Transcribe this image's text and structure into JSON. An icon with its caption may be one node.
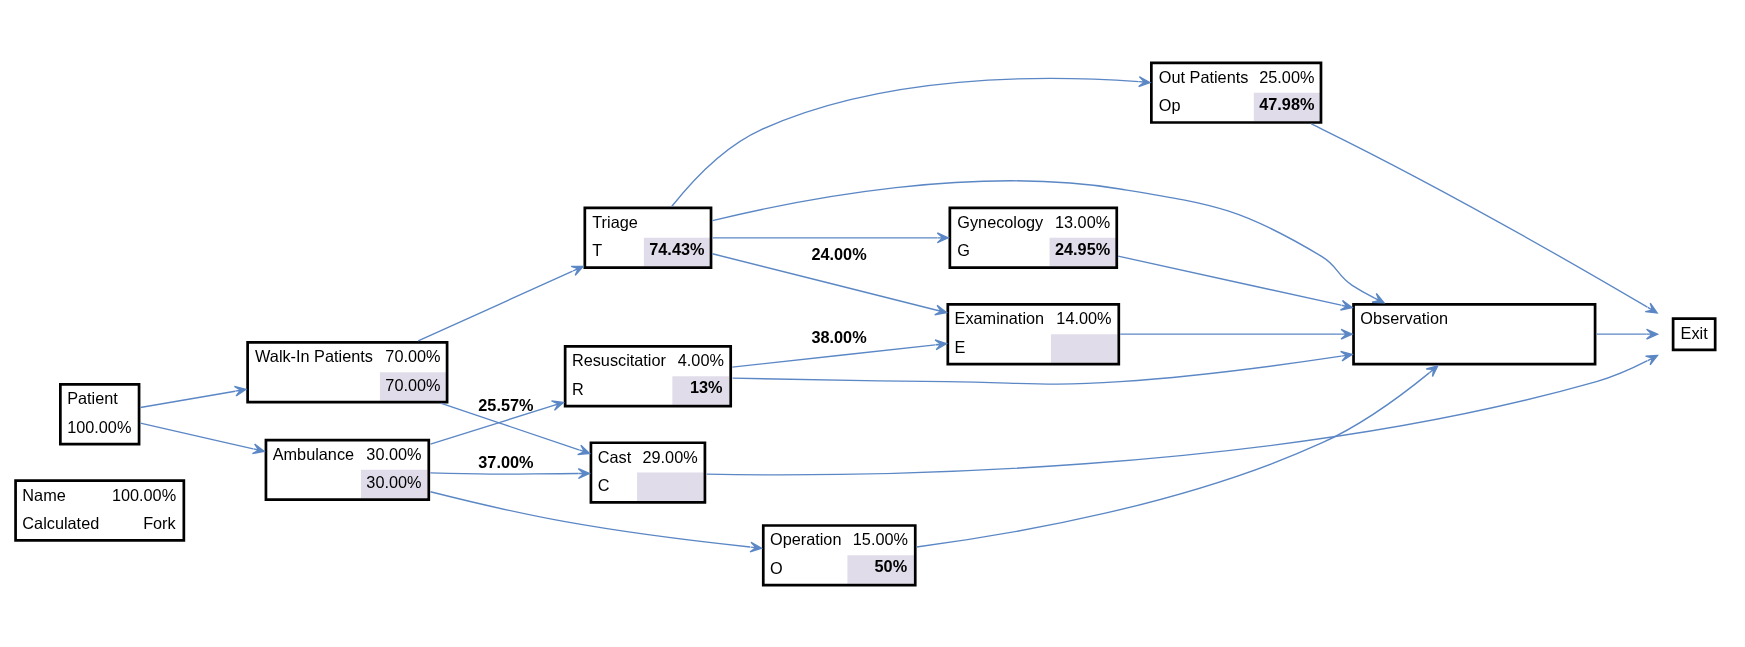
{
  "diagram": {
    "nodes": [
      {
        "text": [
          "Name",
          "100.00%",
          "Calculated",
          "Fork"
        ]
      },
      {
        "text": [
          "Patient",
          "100.00%"
        ]
      },
      {
        "text": [
          "Walk-In Patients",
          "70.00%",
          "70.00%"
        ]
      },
      {
        "text": [
          "Ambulance",
          "30.00%",
          "30.00%"
        ]
      },
      {
        "text": [
          "Out Patients",
          "25.00%",
          "Op",
          "47.98%"
        ]
      },
      {
        "text": [
          "Triage",
          "T",
          "74.43%"
        ]
      },
      {
        "text": [
          "Cast",
          "29.00%",
          "C"
        ]
      },
      {
        "text": [
          "Resuscitatior",
          "4.00%",
          "R",
          "13%"
        ]
      },
      {
        "text": [
          "Operation",
          "15.00%",
          "O",
          "50%"
        ]
      },
      {
        "text": [
          "Gynecology",
          "13.00%",
          "G",
          "24.95%"
        ]
      },
      {
        "text": [
          "Examination",
          "14.00%",
          "E"
        ]
      },
      {
        "text": [
          "Observation"
        ]
      },
      {
        "text": [
          "Exit"
        ]
      }
    ],
    "edges": [
      {
        "from": 1,
        "to": 2,
        "arrow": "to"
      },
      {
        "from": 1,
        "to": 3,
        "arrow": "to"
      },
      {
        "from": 2,
        "to": 5,
        "arrow": "to"
      },
      {
        "from": 2,
        "to": 6,
        "arrow": "to",
        "label": "25.57%"
      },
      {
        "from": 3,
        "to": 6,
        "arrow": "to",
        "label": "37.00%"
      },
      {
        "from": 3,
        "to": 7,
        "arrow": "to"
      },
      {
        "from": 3,
        "to": 8,
        "arrow": "to"
      },
      {
        "from": 5,
        "to": 4,
        "arrow": "to"
      },
      {
        "from": 5,
        "to": 9,
        "arrow": "to"
      },
      {
        "from": 5,
        "to": 10,
        "arrow": "to",
        "label": "24.00%"
      },
      {
        "from": 5,
        "to": 11,
        "arrow": "to"
      },
      {
        "from": 4,
        "to": 12,
        "arrow": "to"
      },
      {
        "from": 9,
        "to": 11,
        "arrow": "to"
      },
      {
        "from": 10,
        "to": 11,
        "arrow": "to"
      },
      {
        "from": 6,
        "to": 12,
        "arrow": "to"
      },
      {
        "from": 7,
        "to": 10,
        "arrow": "to",
        "label": "38.00%"
      },
      {
        "from": 7,
        "to": 11,
        "arrow": "to"
      },
      {
        "from": 8,
        "to": 11,
        "arrow": "to"
      },
      {
        "from": 11,
        "to": 12,
        "arrow": "to"
      }
    ]
  }
}
